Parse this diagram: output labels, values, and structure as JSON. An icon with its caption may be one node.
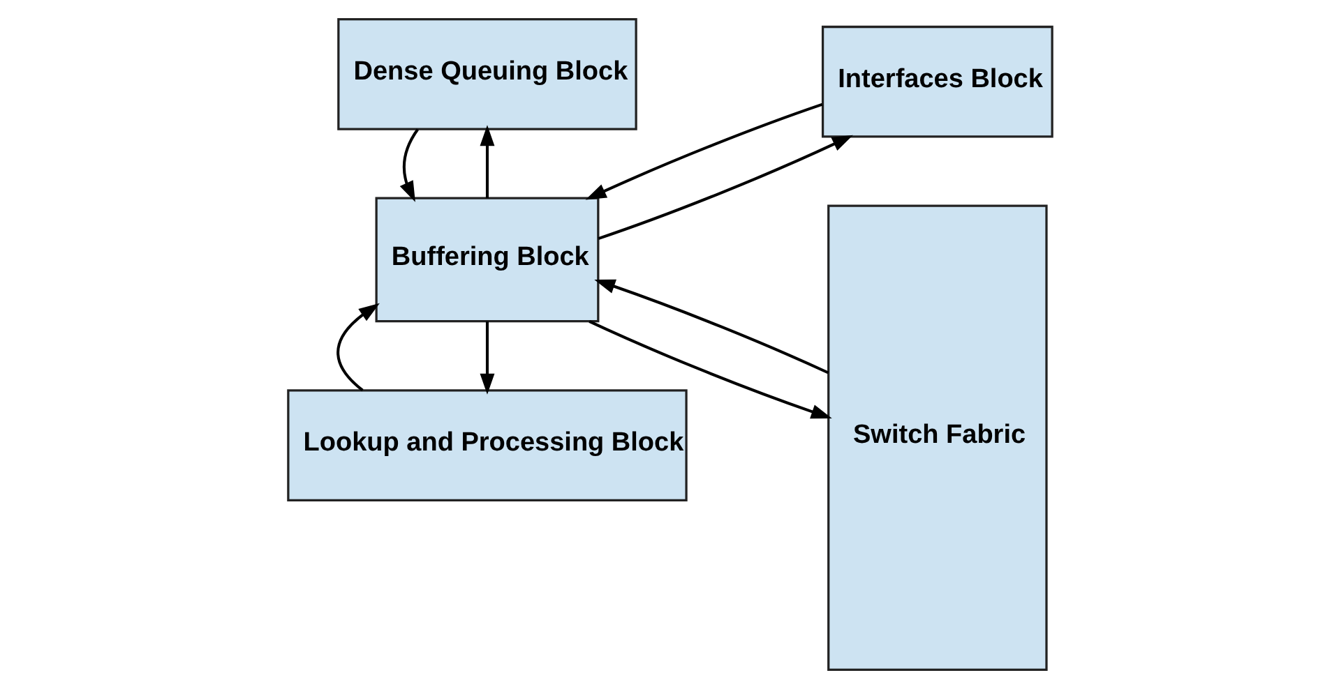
{
  "diagram": {
    "nodes": [
      {
        "text": [
          "Lookup and Processing Block"
        ]
      },
      {
        "text": [
          "Interfaces Block"
        ]
      },
      {
        "text": [
          "Buffering Block"
        ]
      },
      {
        "text": [
          "Switch Fabric"
        ]
      },
      {
        "text": [
          "Dense Queuing Block"
        ]
      }
    ],
    "edges": [
      {
        "from": 2,
        "to": 0,
        "arrow": "to"
      },
      {
        "from": 0,
        "to": 2,
        "arrow": "to"
      },
      {
        "from": 1,
        "to": 2,
        "arrow": "to"
      },
      {
        "from": 2,
        "to": 1,
        "arrow": "to"
      },
      {
        "from": 2,
        "to": 3,
        "arrow": "to"
      },
      {
        "from": 3,
        "to": 2,
        "arrow": "to"
      },
      {
        "from": 2,
        "to": 4,
        "arrow": "to"
      },
      {
        "from": 4,
        "to": 2,
        "arrow": "to"
      }
    ]
  }
}
